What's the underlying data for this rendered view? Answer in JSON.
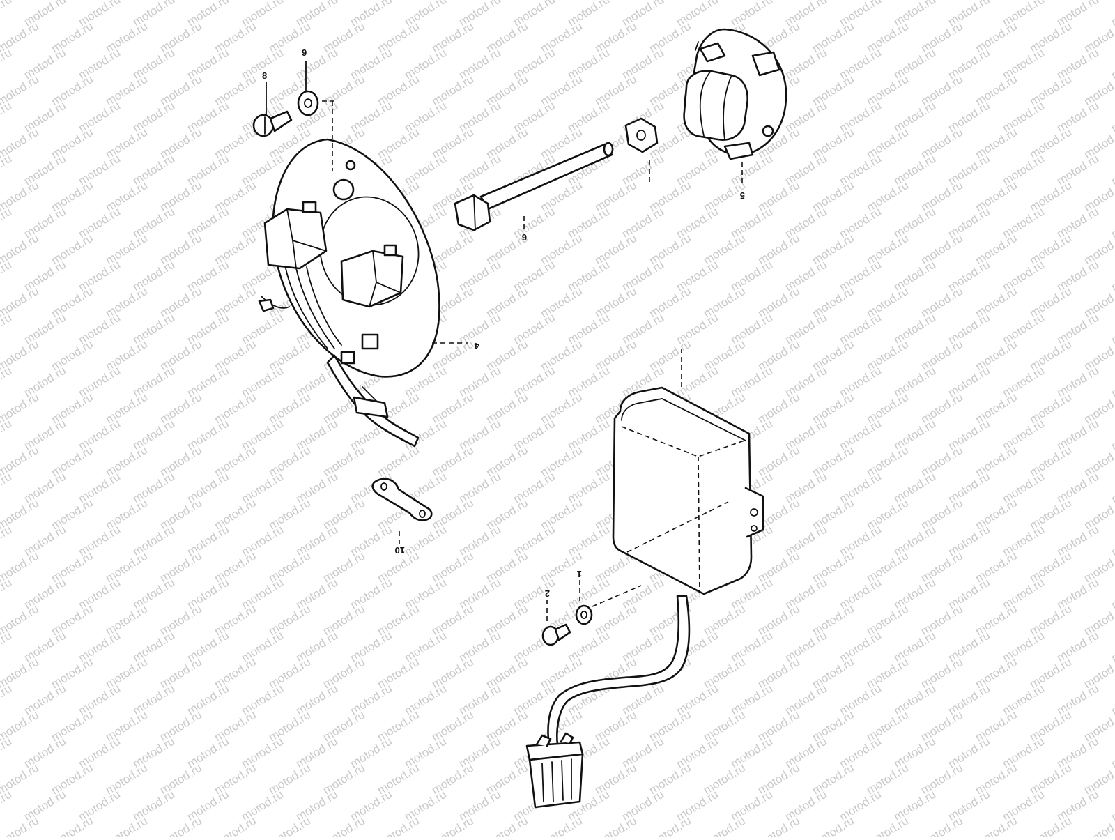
{
  "diagram": {
    "watermark": "motod.ru",
    "callouts": [
      {
        "id": "8",
        "text": "8"
      },
      {
        "id": "9",
        "text": "9"
      },
      {
        "id": "6",
        "text": "6"
      },
      {
        "id": "5",
        "text": "5"
      },
      {
        "id": "4",
        "text": "4"
      },
      {
        "id": "10",
        "text": "10"
      },
      {
        "id": "2",
        "text": "2"
      },
      {
        "id": "1",
        "text": "1"
      }
    ]
  }
}
